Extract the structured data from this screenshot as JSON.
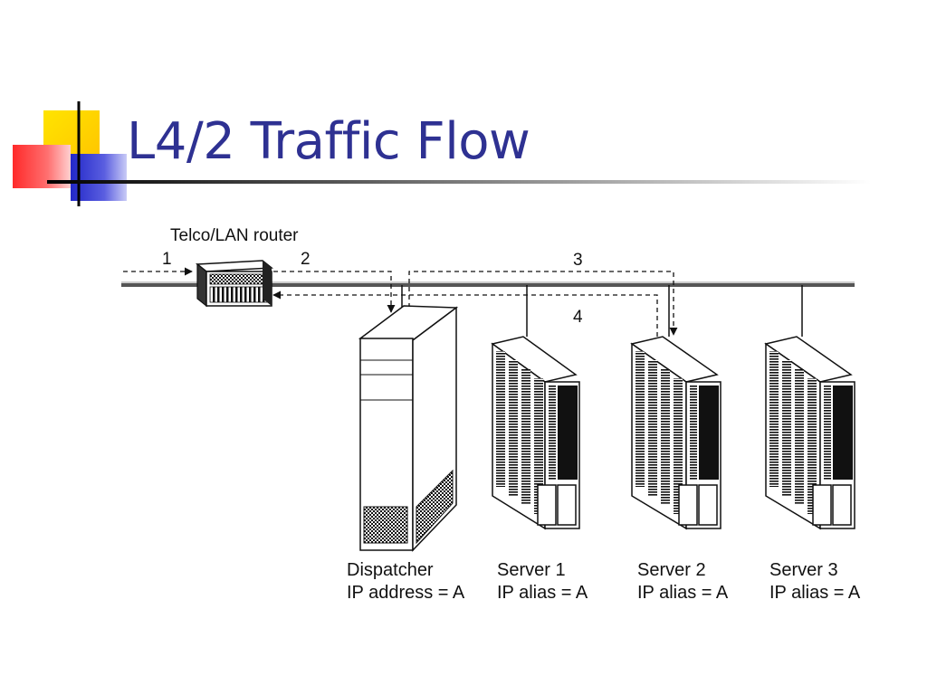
{
  "slide": {
    "title": "L4/2 Traffic Flow"
  },
  "diagram": {
    "router_label": "Telco/LAN router",
    "steps": [
      "1",
      "2",
      "3",
      "4"
    ],
    "machines": [
      {
        "name": "Dispatcher",
        "ip": "IP address = A"
      },
      {
        "name": "Server 1",
        "ip": "IP alias = A"
      },
      {
        "name": "Server 2",
        "ip": "IP alias = A"
      },
      {
        "name": "Server 3",
        "ip": "IP alias = A"
      }
    ]
  },
  "colors": {
    "title": "#2e3192",
    "accent_yellow": "#ffd200",
    "accent_red": "#ff3b3b",
    "accent_blue": "#2e31c8"
  }
}
